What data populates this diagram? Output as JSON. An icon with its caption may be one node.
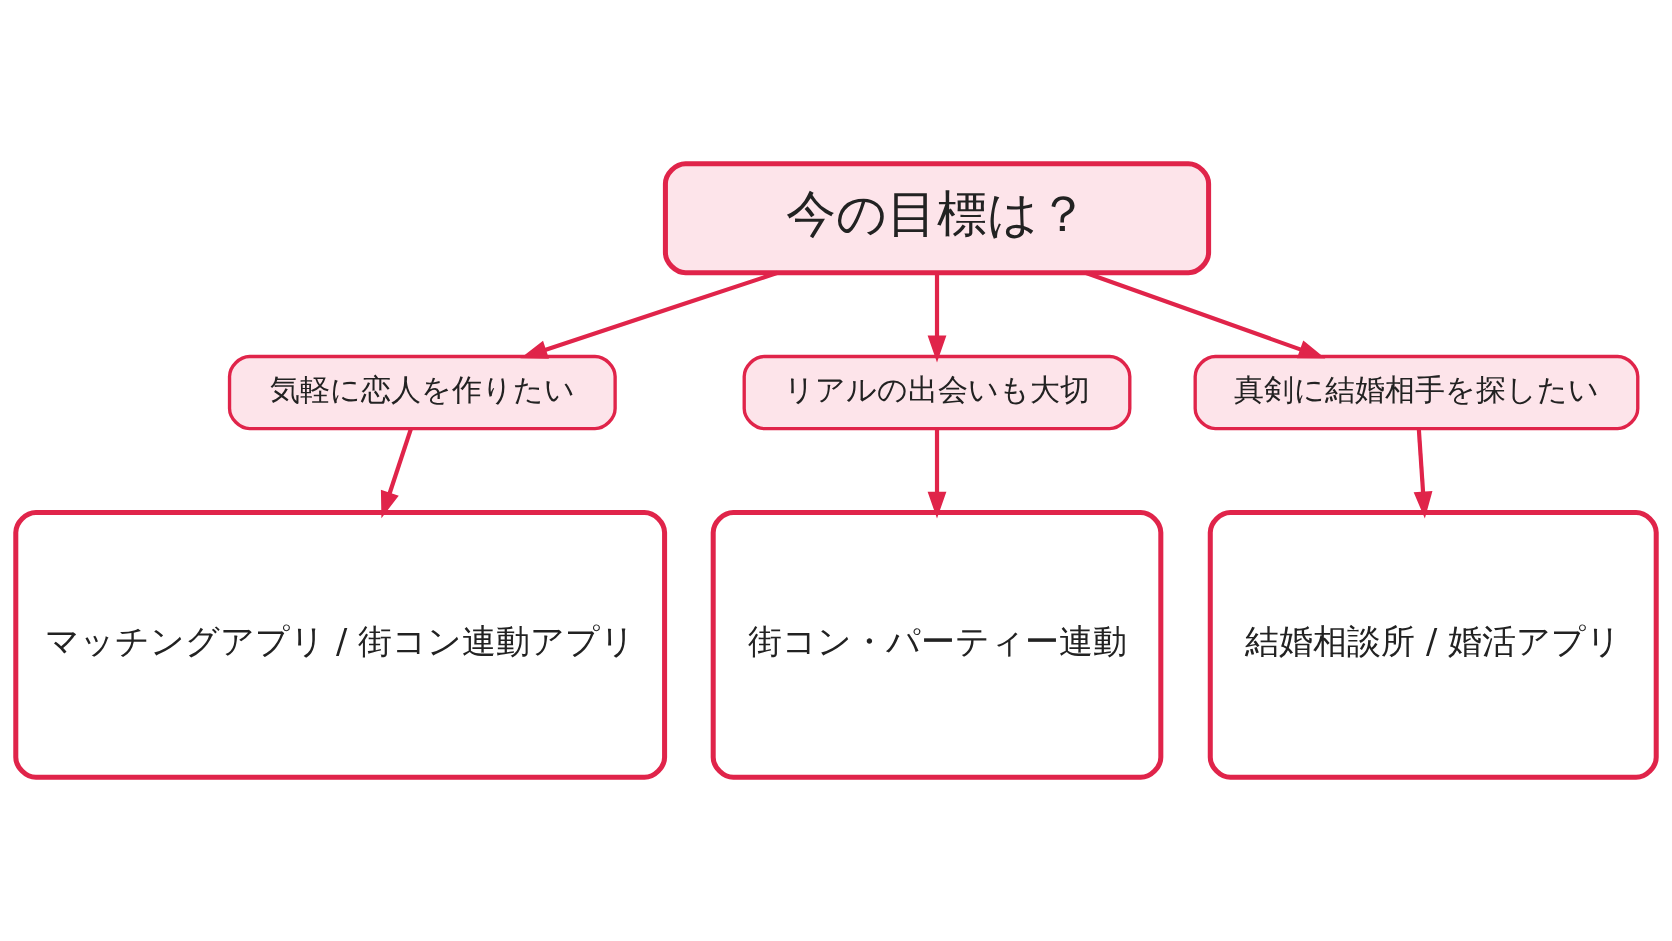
{
  "diagram": {
    "nodes": [
      {
        "text": [
          "今の目標は？"
        ]
      },
      {
        "text": [
          "気軽に恋人を作りたい"
        ]
      },
      {
        "text": [
          "リアルの出会いも大切"
        ]
      },
      {
        "text": [
          "真剣に結婚相手を探したい"
        ]
      },
      {
        "text": [
          "マッチングアプリ / 街コン連動アプリ"
        ]
      },
      {
        "text": [
          "街コン・パーティー連動"
        ]
      },
      {
        "text": [
          "結婚相談所 / 婚活アプリ"
        ]
      }
    ],
    "edges": [
      {
        "from": 0,
        "to": 1,
        "arrow": "to"
      },
      {
        "from": 0,
        "to": 2,
        "arrow": "to"
      },
      {
        "from": 0,
        "to": 3,
        "arrow": "to"
      },
      {
        "from": 1,
        "to": 4,
        "arrow": "to"
      },
      {
        "from": 2,
        "to": 5,
        "arrow": "to"
      },
      {
        "from": 3,
        "to": 6,
        "arrow": "to"
      }
    ]
  }
}
